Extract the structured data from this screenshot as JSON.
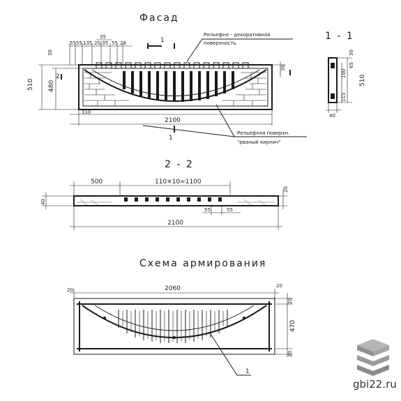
{
  "facade": {
    "title": "Фасад",
    "note_top": [
      "Рельефно - декоративная",
      "поверхность"
    ],
    "note_bottom": [
      "Рельефная поверхн.",
      "\"рваный кирпич\""
    ],
    "dims_top": [
      "55",
      "55",
      "135",
      "20/35",
      "55",
      "28"
    ],
    "dim_small_35": "35",
    "dim_30": "30",
    "dim_510": "510",
    "dim_480": "480",
    "dim_110": "110",
    "dim_2100": "2100",
    "dim_right_30": "30",
    "marker_1": "1",
    "marker_2": "2"
  },
  "section_1_1": {
    "title": "1 - 1",
    "dims_right": [
      "30",
      "65",
      "100",
      "115",
      "510"
    ],
    "dim_40": "40"
  },
  "section_2_2": {
    "title": "2 - 2",
    "dim_500": "500",
    "dim_series": "110×10=1100",
    "dim_20": "20",
    "dim_40": "40",
    "dim_55a": "55",
    "dim_55b": "55",
    "dim_2100": "2100"
  },
  "reinforcement": {
    "title": "Схема армирования",
    "dim_2060": "2060",
    "dim_left_20": "20",
    "dim_right_20": "20",
    "dim_top_20": "20",
    "dim_470": "470",
    "dim_bot_20": "20",
    "marker_1": "1"
  },
  "watermark": {
    "site": "gbi22.ru",
    "icon": "layers-logo-icon"
  }
}
